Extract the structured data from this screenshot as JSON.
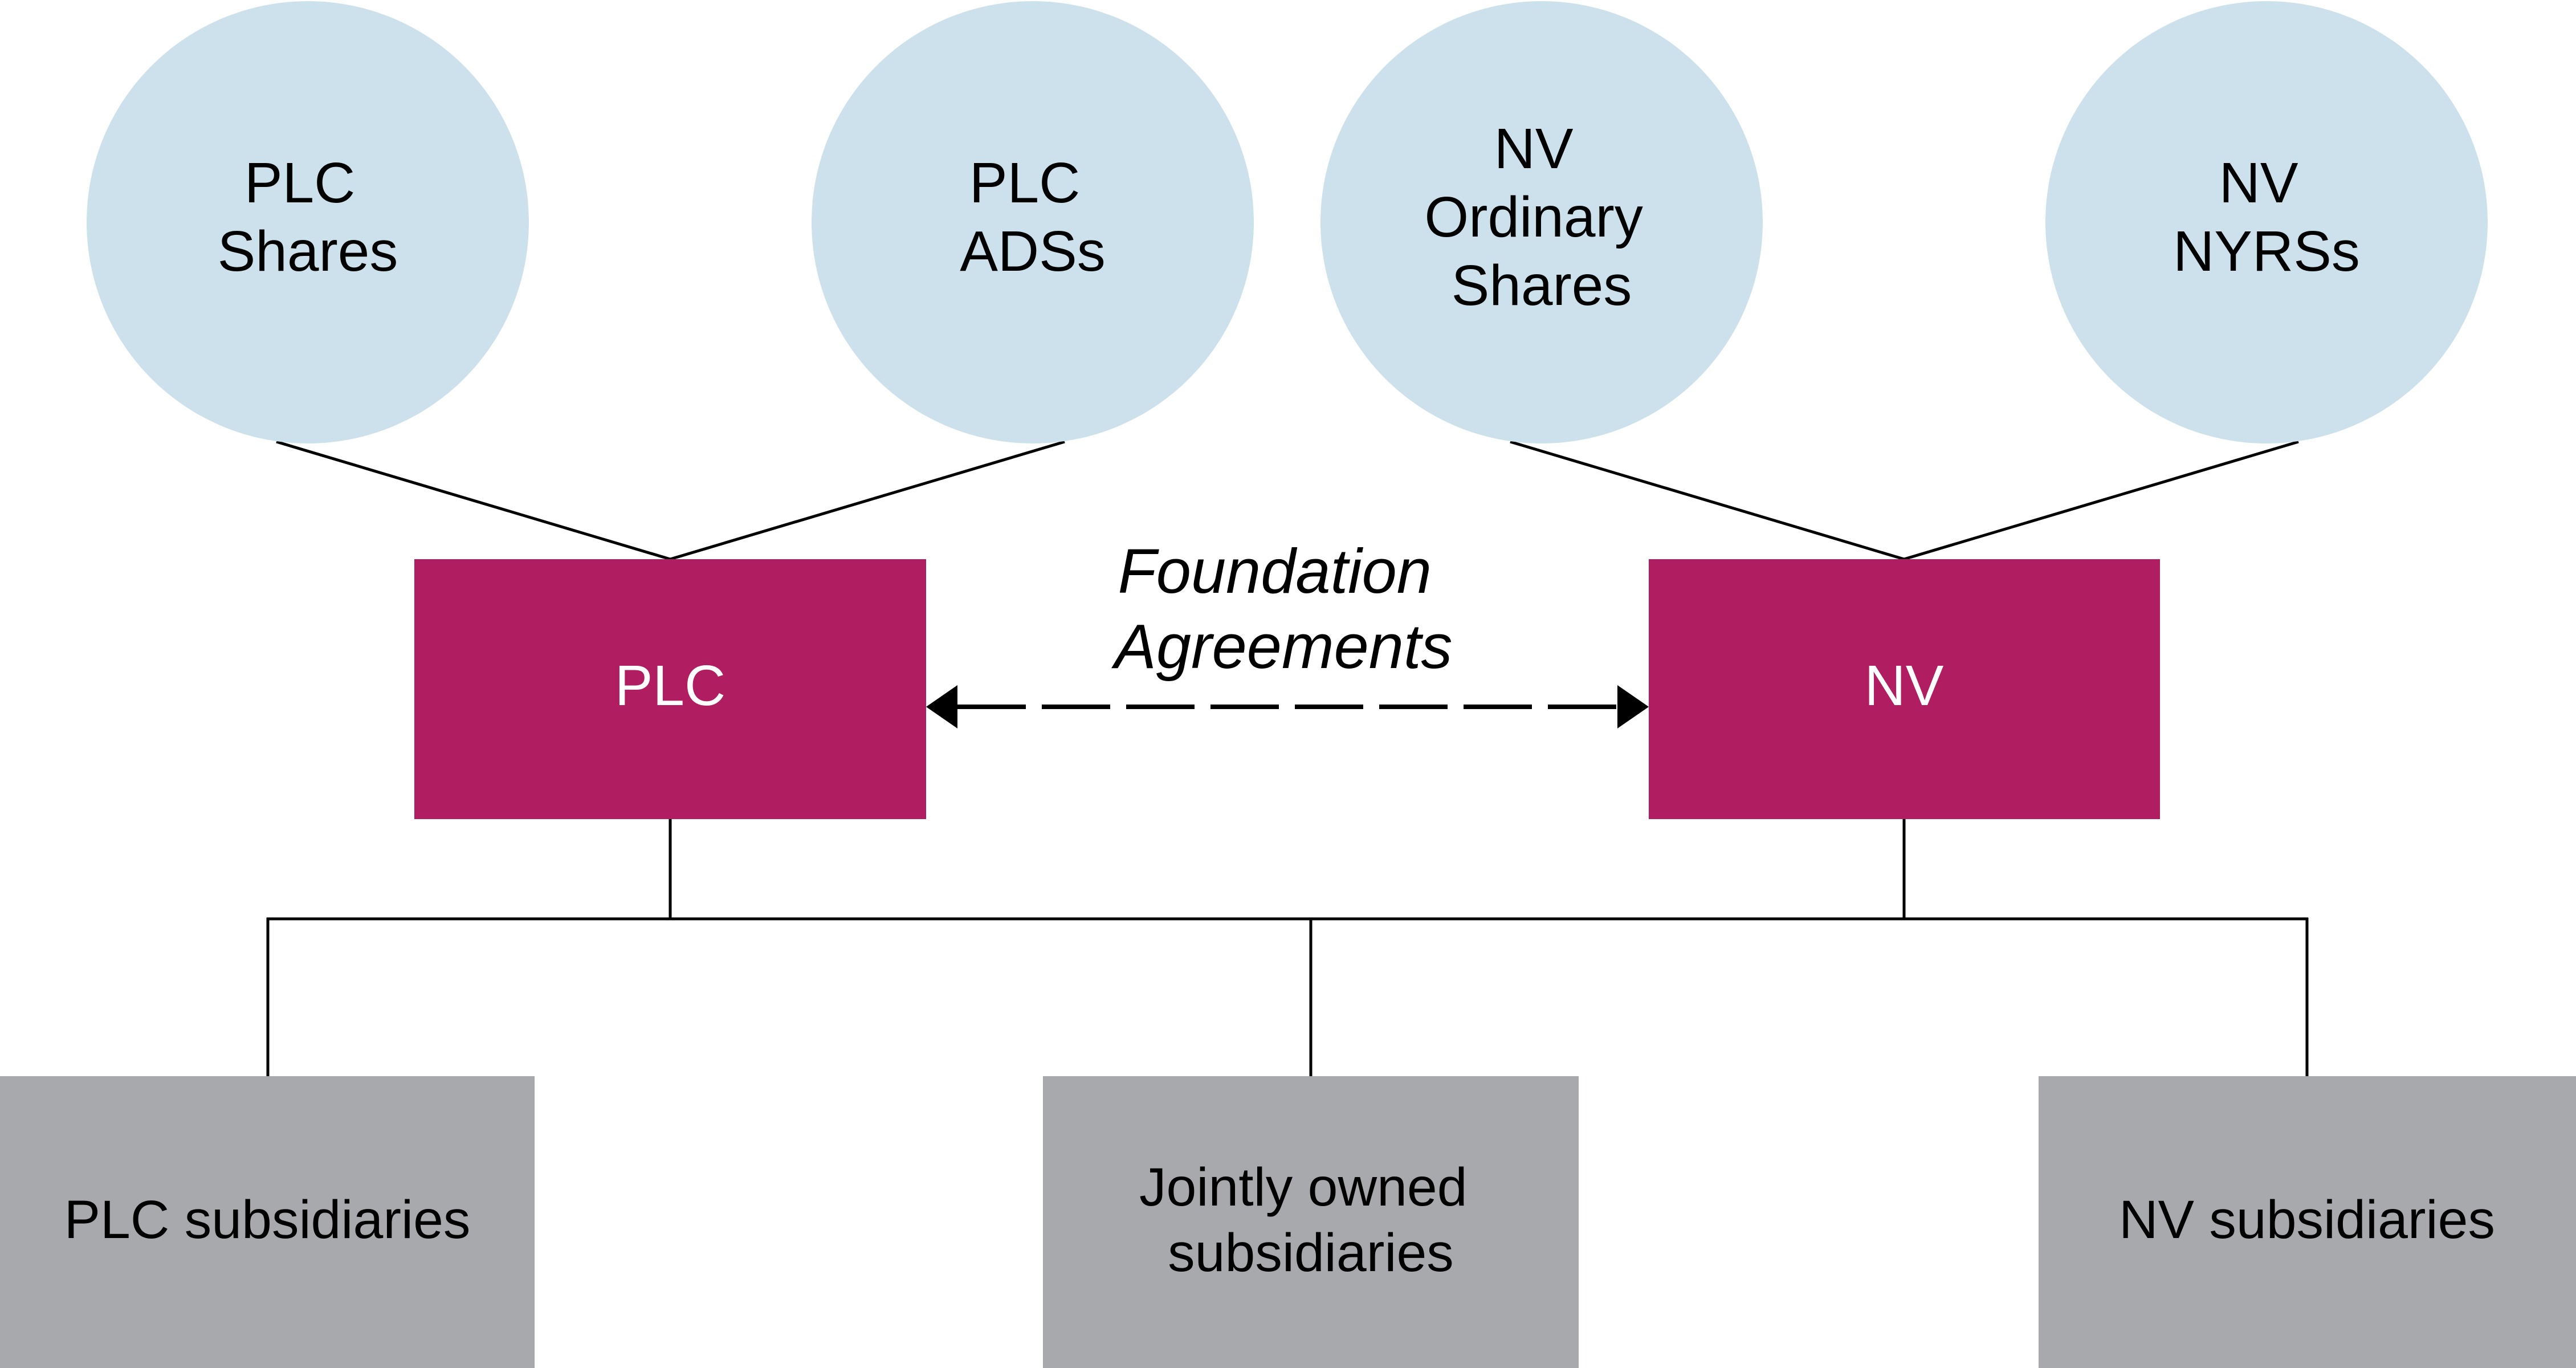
{
  "colors": {
    "circle_fill": "#cce1eb",
    "entity_fill": "#b01e61",
    "subsidiary_fill": "#a8a9ac",
    "line": "#000000"
  },
  "holders": [
    {
      "id": "plc-shares",
      "lines": [
        "PLC",
        "Shares"
      ],
      "parent": "plc"
    },
    {
      "id": "plc-adss",
      "lines": [
        "PLC",
        "ADSs"
      ],
      "parent": "plc"
    },
    {
      "id": "nv-ordinary-shares",
      "lines": [
        "NV",
        "Ordinary",
        "Shares"
      ],
      "parent": "nv"
    },
    {
      "id": "nv-nyrss",
      "lines": [
        "NV",
        "NYRSs"
      ],
      "parent": "nv"
    }
  ],
  "entities": [
    {
      "id": "plc",
      "label": "PLC"
    },
    {
      "id": "nv",
      "label": "NV"
    }
  ],
  "agreement": {
    "lines": [
      "Foundation",
      "Agreements"
    ],
    "style": "dashed-double-arrow"
  },
  "subsidiaries": [
    {
      "id": "plc-subsidiaries",
      "lines": [
        "PLC subsidiaries"
      ]
    },
    {
      "id": "jointly-owned-subsidiaries",
      "lines": [
        "Jointly owned",
        "subsidiaries"
      ]
    },
    {
      "id": "nv-subsidiaries",
      "lines": [
        "NV subsidiaries"
      ]
    }
  ]
}
